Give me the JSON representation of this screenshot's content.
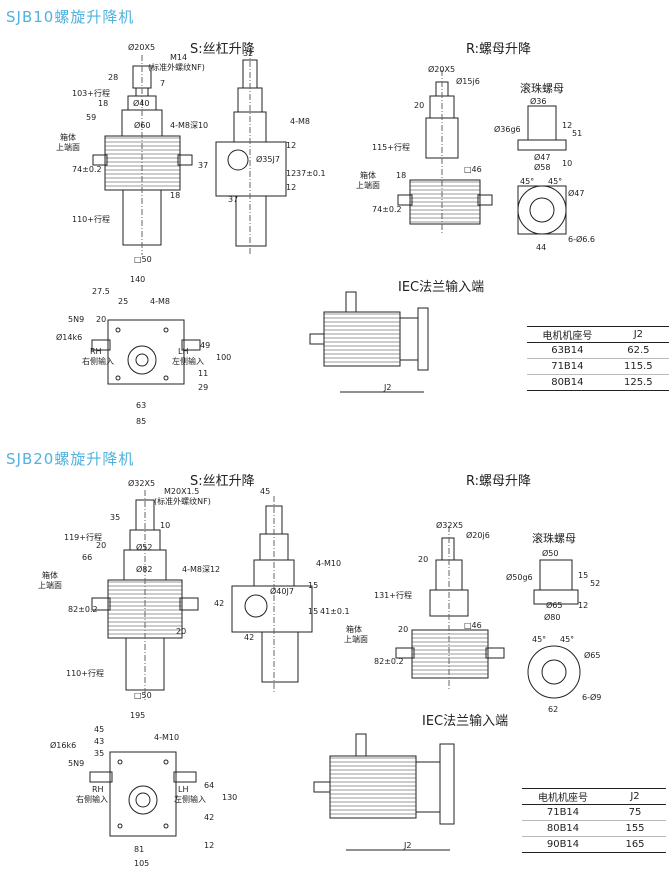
{
  "sections": [
    {
      "title": "SJB10螺旋升降机",
      "screw_lift_heading": "S:丝杠升降",
      "nut_lift_heading": "R:螺母升降",
      "ball_nut_heading": "滚珠螺母",
      "iec_heading": "IEC法兰输入端",
      "front_view": {
        "labels": [
          "Ø20X5",
          "M14",
          "(标准外螺纹NF)",
          "28",
          "7",
          "Ø40",
          "18",
          "59",
          "103+行程",
          "Ø60",
          "4-M8深10",
          "箱体",
          "上端面",
          "74±0.2",
          "18",
          "110+行程",
          "□50"
        ],
        "side_labels": [
          "32",
          "4-M8",
          "12",
          "Ø35J7",
          "37",
          "12",
          "37±0.1",
          "12",
          "37"
        ]
      },
      "nut_view": {
        "labels": [
          "Ø20X5",
          "Ø15j6",
          "20",
          "115+行程",
          "□46",
          "箱体",
          "上端面",
          "18",
          "74±0.2"
        ],
        "ball_nut_labels": [
          "Ø36",
          "Ø36g6",
          "12",
          "51",
          "Ø47",
          "Ø58",
          "10",
          "45°",
          "45°",
          "Ø47",
          "6-Ø6.6",
          "44"
        ]
      },
      "top_view": {
        "labels": [
          "140",
          "27.5",
          "25",
          "4-M8",
          "20",
          "5N9",
          "Ø14k6",
          "RH",
          "右侧输入",
          "LH",
          "左侧输入",
          "49",
          "100",
          "11",
          "29",
          "63",
          "85"
        ]
      },
      "iec_labels": [
        "J2"
      ],
      "table": {
        "headers": [
          "电机机座号",
          "J2"
        ],
        "rows": [
          [
            "63B14",
            "62.5"
          ],
          [
            "71B14",
            "115.5"
          ],
          [
            "80B14",
            "125.5"
          ]
        ]
      }
    },
    {
      "title": "SJB20螺旋升降机",
      "screw_lift_heading": "S:丝杠升降",
      "nut_lift_heading": "R:螺母升降",
      "ball_nut_heading": "滚珠螺母",
      "iec_heading": "IEC法兰输入端",
      "front_view": {
        "labels": [
          "Ø32X5",
          "M20X1.5",
          "(标准外螺纹NF)",
          "35",
          "10",
          "Ø52",
          "20",
          "66",
          "119+行程",
          "Ø82",
          "4-M8深12",
          "箱体",
          "上端面",
          "82±0.2",
          "20",
          "110+行程",
          "□50"
        ],
        "side_labels": [
          "45",
          "4-M10",
          "15",
          "Ø40J7",
          "42",
          "15",
          "41±0.1",
          "42"
        ]
      },
      "nut_view": {
        "labels": [
          "Ø32X5",
          "Ø20j6",
          "20",
          "131+行程",
          "□46",
          "箱体",
          "上端面",
          "20",
          "82±0.2"
        ],
        "ball_nut_labels": [
          "Ø50",
          "Ø50g6",
          "15",
          "52",
          "Ø65",
          "Ø80",
          "12",
          "45°",
          "45°",
          "Ø65",
          "6-Ø9",
          "62"
        ]
      },
      "top_view": {
        "labels": [
          "195",
          "45",
          "43",
          "35",
          "4-M10",
          "5N9",
          "Ø16k6",
          "RH",
          "右侧输入",
          "LH",
          "左侧输入",
          "64",
          "130",
          "42",
          "12",
          "81",
          "105"
        ]
      },
      "iec_labels": [
        "J2"
      ],
      "table": {
        "headers": [
          "电机机座号",
          "J2"
        ],
        "rows": [
          [
            "71B14",
            "75"
          ],
          [
            "80B14",
            "155"
          ],
          [
            "90B14",
            "165"
          ]
        ]
      }
    }
  ],
  "colors": {
    "title": "#4fb3de",
    "line": "#222222",
    "fin": "#888888"
  }
}
